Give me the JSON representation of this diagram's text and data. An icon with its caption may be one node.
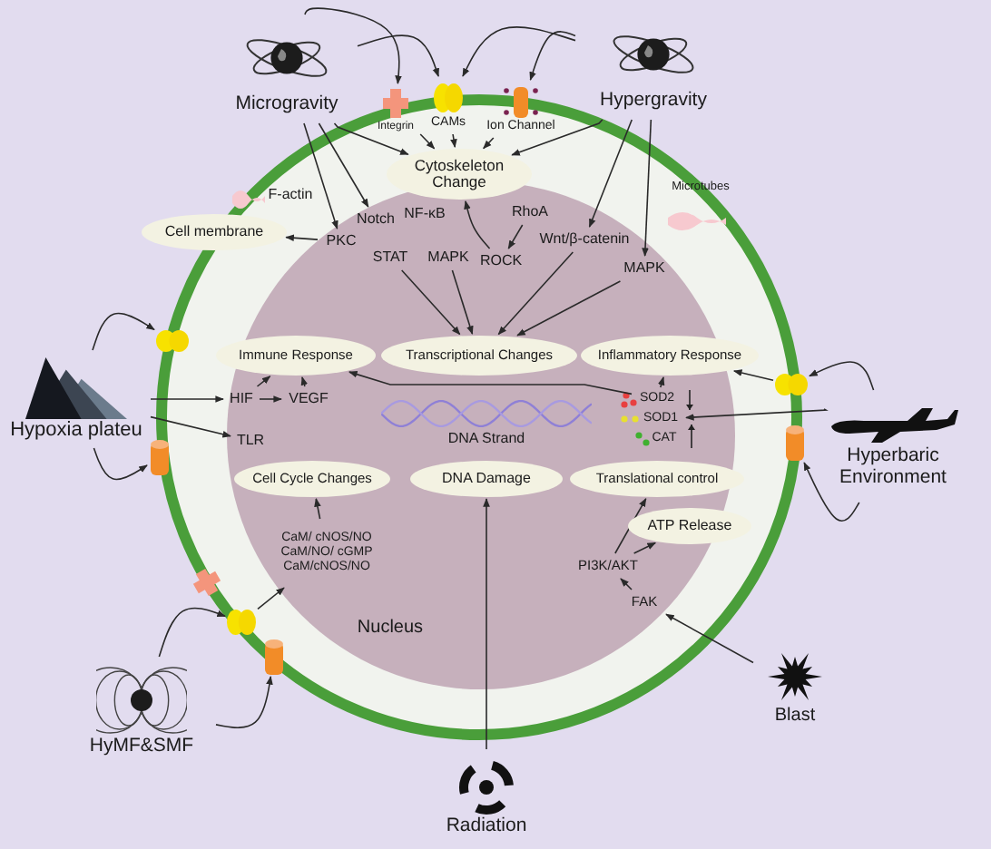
{
  "diagram": {
    "nodes": [
      {
        "text": [
          "Microgravity"
        ]
      },
      {
        "text": [
          "Hypergravity"
        ]
      },
      {
        "text": [
          "Integrin"
        ]
      },
      {
        "text": [
          "CAMs"
        ]
      },
      {
        "text": [
          "Ion Channel"
        ]
      },
      {
        "text": [
          "Cytoskeleton Change"
        ]
      },
      {
        "text": [
          "Cell membrane"
        ]
      },
      {
        "text": [
          "PKC"
        ]
      },
      {
        "text": [
          "Notch"
        ]
      },
      {
        "text": [
          "NF-κB"
        ]
      },
      {
        "text": [
          "STAT"
        ]
      },
      {
        "text": [
          "MAPK"
        ]
      },
      {
        "text": [
          "RhoA"
        ]
      },
      {
        "text": [
          "ROCK"
        ]
      },
      {
        "text": [
          "Wnt/β-catenin"
        ]
      },
      {
        "text": [
          "MAPK"
        ]
      },
      {
        "text": [
          "Immune Response"
        ]
      },
      {
        "text": [
          "Transcriptional Changes"
        ]
      },
      {
        "text": [
          "Inflammatory Response"
        ]
      },
      {
        "text": [
          "Hypoxia plateu"
        ]
      },
      {
        "text": [
          "HIF"
        ]
      },
      {
        "text": [
          "VEGF"
        ]
      },
      {
        "text": [
          "TLR"
        ]
      },
      {
        "text": [
          "SOD2"
        ]
      },
      {
        "text": [
          "SOD1"
        ]
      },
      {
        "text": [
          "CAT"
        ]
      },
      {
        "text": [
          "Hyperbaric Environment"
        ]
      },
      {
        "text": [
          "DNA Strand"
        ]
      },
      {
        "text": [
          "DNA Damage"
        ]
      },
      {
        "text": [
          "Cell Cycle Changes"
        ]
      },
      {
        "text": [
          "Translational control"
        ]
      },
      {
        "text": [
          "ATP Release"
        ]
      },
      {
        "text": [
          "CaM/ cNOS/NO",
          "CaM/NO/ cGMP",
          "CaM/cNOS/NO"
        ]
      },
      {
        "text": [
          "PI3K/AKT"
        ]
      },
      {
        "text": [
          "FAK"
        ]
      },
      {
        "text": [
          "HyMF&SMF"
        ]
      },
      {
        "text": [
          "Radiation"
        ]
      },
      {
        "text": [
          "Blast"
        ]
      },
      {
        "text": [],
        "shape": "circle"
      },
      {
        "text": [],
        "shape": "cylinder"
      },
      {
        "text": [],
        "shape": "circle"
      },
      {
        "text": [],
        "shape": "cylinder"
      },
      {
        "text": [],
        "shape": "circle"
      },
      {
        "text": [],
        "shape": "cylinder"
      }
    ],
    "edges": [
      {
        "from": 0,
        "to": 2,
        "arrow": "to"
      },
      {
        "from": 0,
        "to": 3,
        "arrow": "to"
      },
      {
        "from": 1,
        "to": 3,
        "arrow": "to"
      },
      {
        "from": 1,
        "to": 4,
        "arrow": "to"
      },
      {
        "from": 2,
        "to": 5,
        "arrow": "to"
      },
      {
        "from": 3,
        "to": 5,
        "arrow": "to"
      },
      {
        "from": 4,
        "to": 5,
        "arrow": "to"
      },
      {
        "from": 0,
        "to": 7,
        "arrow": "to"
      },
      {
        "from": 0,
        "to": 8,
        "arrow": "to"
      },
      {
        "from": 0,
        "to": 5,
        "arrow": "to"
      },
      {
        "from": 1,
        "to": 5,
        "arrow": "to"
      },
      {
        "from": 1,
        "to": 14,
        "arrow": "to"
      },
      {
        "from": 1,
        "to": 15,
        "arrow": "to"
      },
      {
        "from": 7,
        "to": 6,
        "arrow": "to"
      },
      {
        "from": 12,
        "to": 13,
        "arrow": "to"
      },
      {
        "from": 13,
        "to": 5,
        "arrow": "to"
      },
      {
        "from": 10,
        "to": 17,
        "arrow": "to"
      },
      {
        "from": 11,
        "to": 17,
        "arrow": "to"
      },
      {
        "from": 14,
        "to": 17,
        "arrow": "to"
      },
      {
        "from": 15,
        "to": 17,
        "arrow": "to"
      },
      {
        "from": 19,
        "to": 20,
        "arrow": "to"
      },
      {
        "from": 19,
        "to": 22,
        "arrow": "to"
      },
      {
        "from": 20,
        "to": 16,
        "arrow": "to"
      },
      {
        "from": 20,
        "to": 21,
        "arrow": "to"
      },
      {
        "from": 21,
        "to": 16,
        "arrow": "to"
      },
      {
        "from": 23,
        "to": 16,
        "arrow": "to"
      },
      {
        "from": 23,
        "to": 18,
        "arrow": "to"
      },
      {
        "from": 40,
        "to": 18,
        "arrow": "to"
      },
      {
        "from": 26,
        "to": 24,
        "arrow": "to"
      },
      {
        "from": 36,
        "to": 28,
        "arrow": "to"
      },
      {
        "from": 37,
        "to": 34,
        "arrow": "to"
      },
      {
        "from": 34,
        "to": 33,
        "arrow": "to"
      },
      {
        "from": 33,
        "to": 30,
        "arrow": "to"
      },
      {
        "from": 33,
        "to": 31,
        "arrow": "to"
      },
      {
        "from": 32,
        "to": 29,
        "arrow": "to"
      },
      {
        "from": 42,
        "to": 32,
        "arrow": "to"
      },
      {
        "from": 19,
        "to": 38,
        "arrow": "to"
      },
      {
        "from": 19,
        "to": 39,
        "arrow": "to"
      },
      {
        "from": 26,
        "to": 40,
        "arrow": "to"
      },
      {
        "from": 26,
        "to": 41,
        "arrow": "to"
      },
      {
        "from": 35,
        "to": 42,
        "arrow": "to"
      },
      {
        "from": 35,
        "to": 43,
        "arrow": "to"
      }
    ],
    "labels": [
      "F-actin",
      "Microtubes",
      "Nucleus"
    ]
  }
}
